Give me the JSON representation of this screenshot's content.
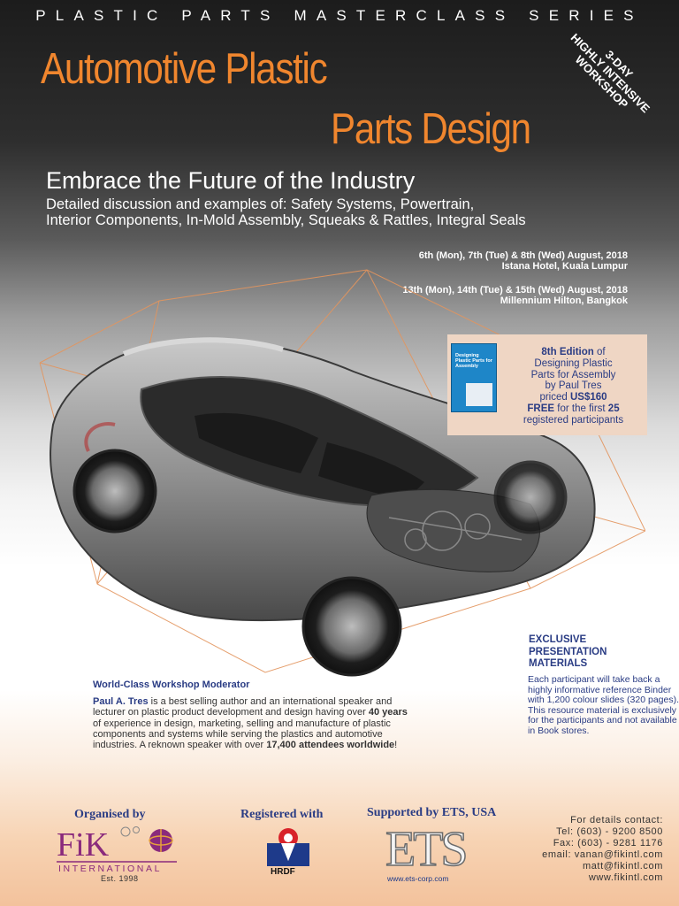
{
  "header": {
    "series": "PLASTIC PARTS MASTERCLASS SERIES",
    "title_line1": "Automotive Plastic",
    "title_line2": "Parts Design",
    "ribbon": [
      "3-DAY",
      "HIGHLY INTENSIVE",
      "WORKSHOP"
    ]
  },
  "intro": {
    "headline": "Embrace the Future of the Industry",
    "sub_line1": "Detailed discussion and examples of: Safety Systems, Powertrain,",
    "sub_line2": "Interior Components, In-Mold Assembly, Squeaks & Rattles, Integral Seals"
  },
  "schedule": [
    {
      "dates": "6th (Mon), 7th (Tue) & 8th (Wed) August, 2018",
      "venue": "Istana Hotel, Kuala Lumpur"
    },
    {
      "dates": "13th (Mon), 14th (Tue) & 15th (Wed) August, 2018",
      "venue": "Millennium Hilton, Bangkok"
    }
  ],
  "book": {
    "cover_title": "Designing Plastic Parts for Assembly",
    "edition": "8th Edition",
    "edition_rest": " of",
    "line2": "Designing Plastic",
    "line3": "Parts for Assembly",
    "line4": "by Paul Tres",
    "price_prefix": "priced ",
    "price": "US$160",
    "free": "FREE",
    "free_rest": " for the first ",
    "count": "25",
    "line7": "registered participants"
  },
  "moderator": {
    "heading": "World-Class Workshop Moderator",
    "name": "Paul A. Tres",
    "text1": " is a best selling author and an international speaker and lecturer on plastic product development and design having over ",
    "years": "40 years",
    "text2": " of experience in design, marketing, selling and manufacture of plastic components and systems while serving the plastics and automotive industries. A reknown speaker with over ",
    "attendees": "17,400 attendees worldwide",
    "text3": "!"
  },
  "exclusive": {
    "heading_line1": "EXCLUSIVE",
    "heading_line2": "PRESENTATION",
    "heading_line3": "MATERIALS",
    "text": "Each participant will take back a highly informative reference Binder with 1,200 colour slides (320 pages). This resource material is exclusively for the participants and not available in Book stores."
  },
  "footer": {
    "organised_label": "Organised by",
    "fik_name": "FiK",
    "fik_sub": "INTERNATIONAL",
    "fik_est": "Est. 1998",
    "registered_label": "Registered with",
    "hrdf": "HRDF",
    "supported_label": "Supported by ETS, USA",
    "ets_logo": "ETS",
    "ets_url": "www.ets-corp.com",
    "contact": [
      "For details contact:",
      "Tel: (603) - 9200 8500",
      "Fax: (603) - 9281 1176",
      "email: vanan@fikintl.com",
      "matt@fikintl.com",
      "www.fikintl.com"
    ]
  },
  "colors": {
    "accent_orange": "#f0862e",
    "navy": "#2a3c84",
    "book_box": "#efd6c4"
  }
}
